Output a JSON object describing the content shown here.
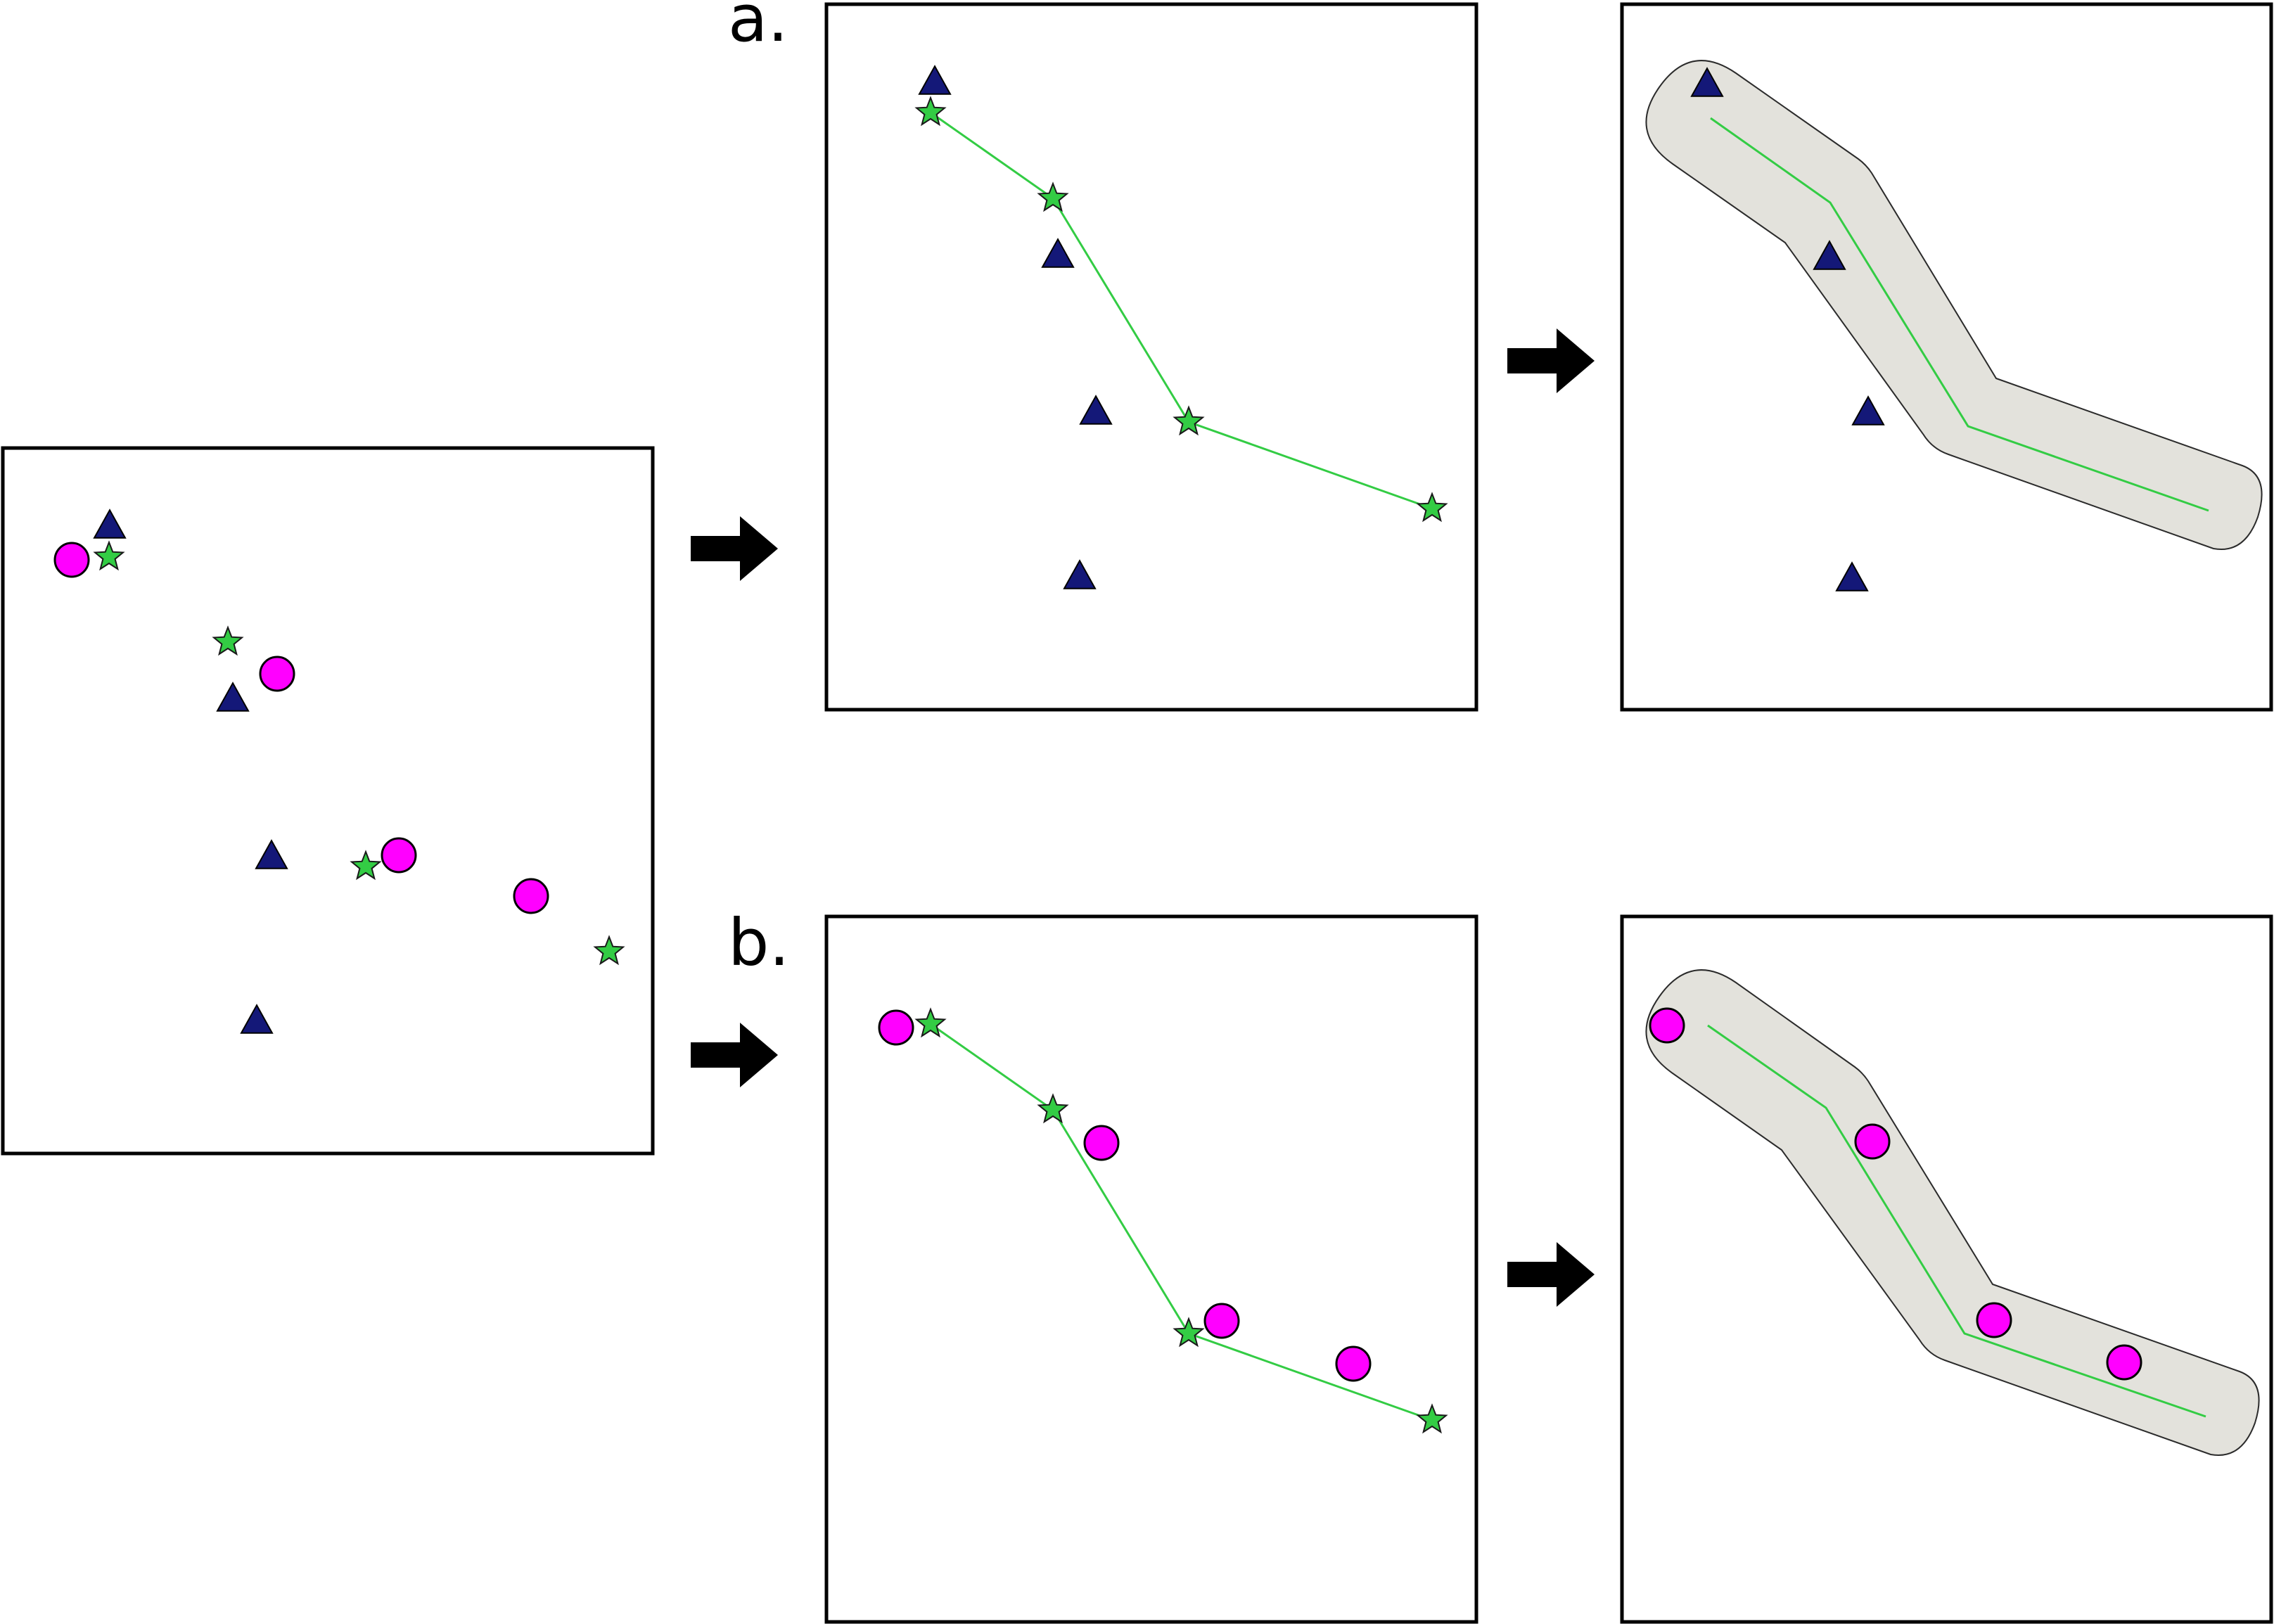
{
  "labels": {
    "a": "a.",
    "b": "b."
  },
  "colors": {
    "star": "#33cc44",
    "triangle": "#141878",
    "circle": "#ff00ff",
    "buffer": "#e3e2dc",
    "route": "#33cc44"
  },
  "icons": {
    "star": "star-marker",
    "triangle": "triangle-marker",
    "circle": "circle-marker",
    "arrow": "arrow-right"
  }
}
